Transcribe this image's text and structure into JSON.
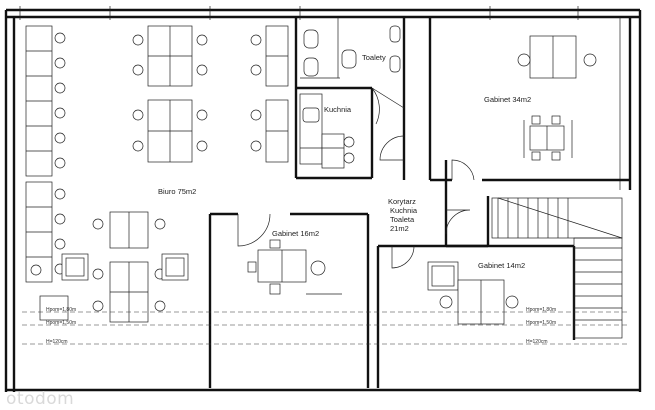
{
  "rooms": {
    "biuro": "Biuro 75m2",
    "toalety": "Toalety",
    "kuchnia": "Kuchnia",
    "gabinet_34": "Gabinet 34m2",
    "gabinet_16": "Gabinet 16m2",
    "gabinet_14": "Gabinet 14m2",
    "korytarz": [
      "Korytarz",
      "Kuchnia",
      "Toaleta",
      "21m2"
    ]
  },
  "dimensions": {
    "h1_left": "Hpom=1,80m",
    "h2_left": "Hpom=1,50m",
    "h3_left": "H=120cm",
    "h1_right": "Hpom=1,80m",
    "h2_right": "Hpom=1,50m",
    "h3_right": "H=120cm"
  },
  "watermark": "otodom",
  "colors": {
    "line": "#111111",
    "paper": "#ffffff",
    "watermark": "#d9d9d9"
  }
}
